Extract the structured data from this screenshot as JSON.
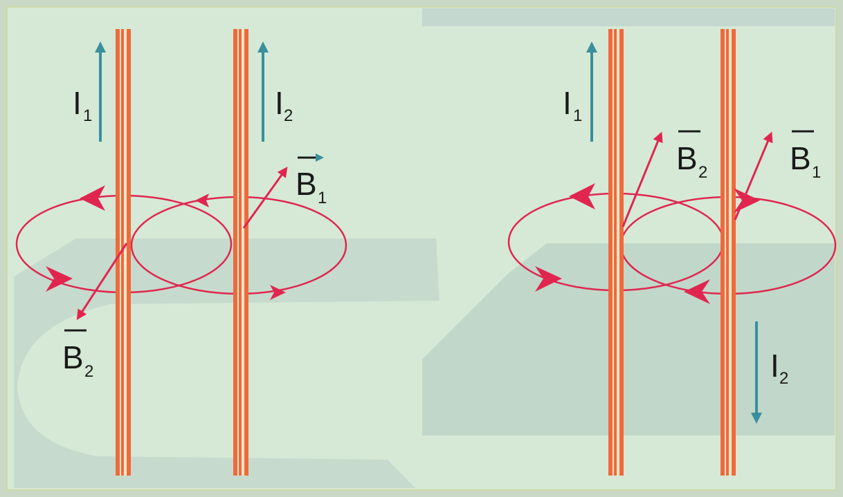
{
  "colors": {
    "background": "#d3e6d3",
    "panel_shade": "#b9cfc3",
    "wire_outer": "#ee6a3c",
    "wire_inner": "#fbe6c8",
    "current_arrow": "#3a8f9c",
    "field": "#e0264f"
  },
  "panels": [
    {
      "case": "parallel-currents",
      "current_labels": [
        {
          "letter": "I",
          "sub": "1",
          "direction": "up"
        },
        {
          "letter": "I",
          "sub": "2",
          "direction": "up"
        }
      ],
      "field_labels": [
        {
          "letter": "B",
          "sub": "1"
        },
        {
          "letter": "B",
          "sub": "2"
        }
      ]
    },
    {
      "case": "antiparallel-currents",
      "current_labels": [
        {
          "letter": "I",
          "sub": "1",
          "direction": "up"
        },
        {
          "letter": "I",
          "sub": "2",
          "direction": "down"
        }
      ],
      "field_labels": [
        {
          "letter": "B",
          "sub": "2"
        },
        {
          "letter": "B",
          "sub": "1"
        }
      ]
    }
  ]
}
